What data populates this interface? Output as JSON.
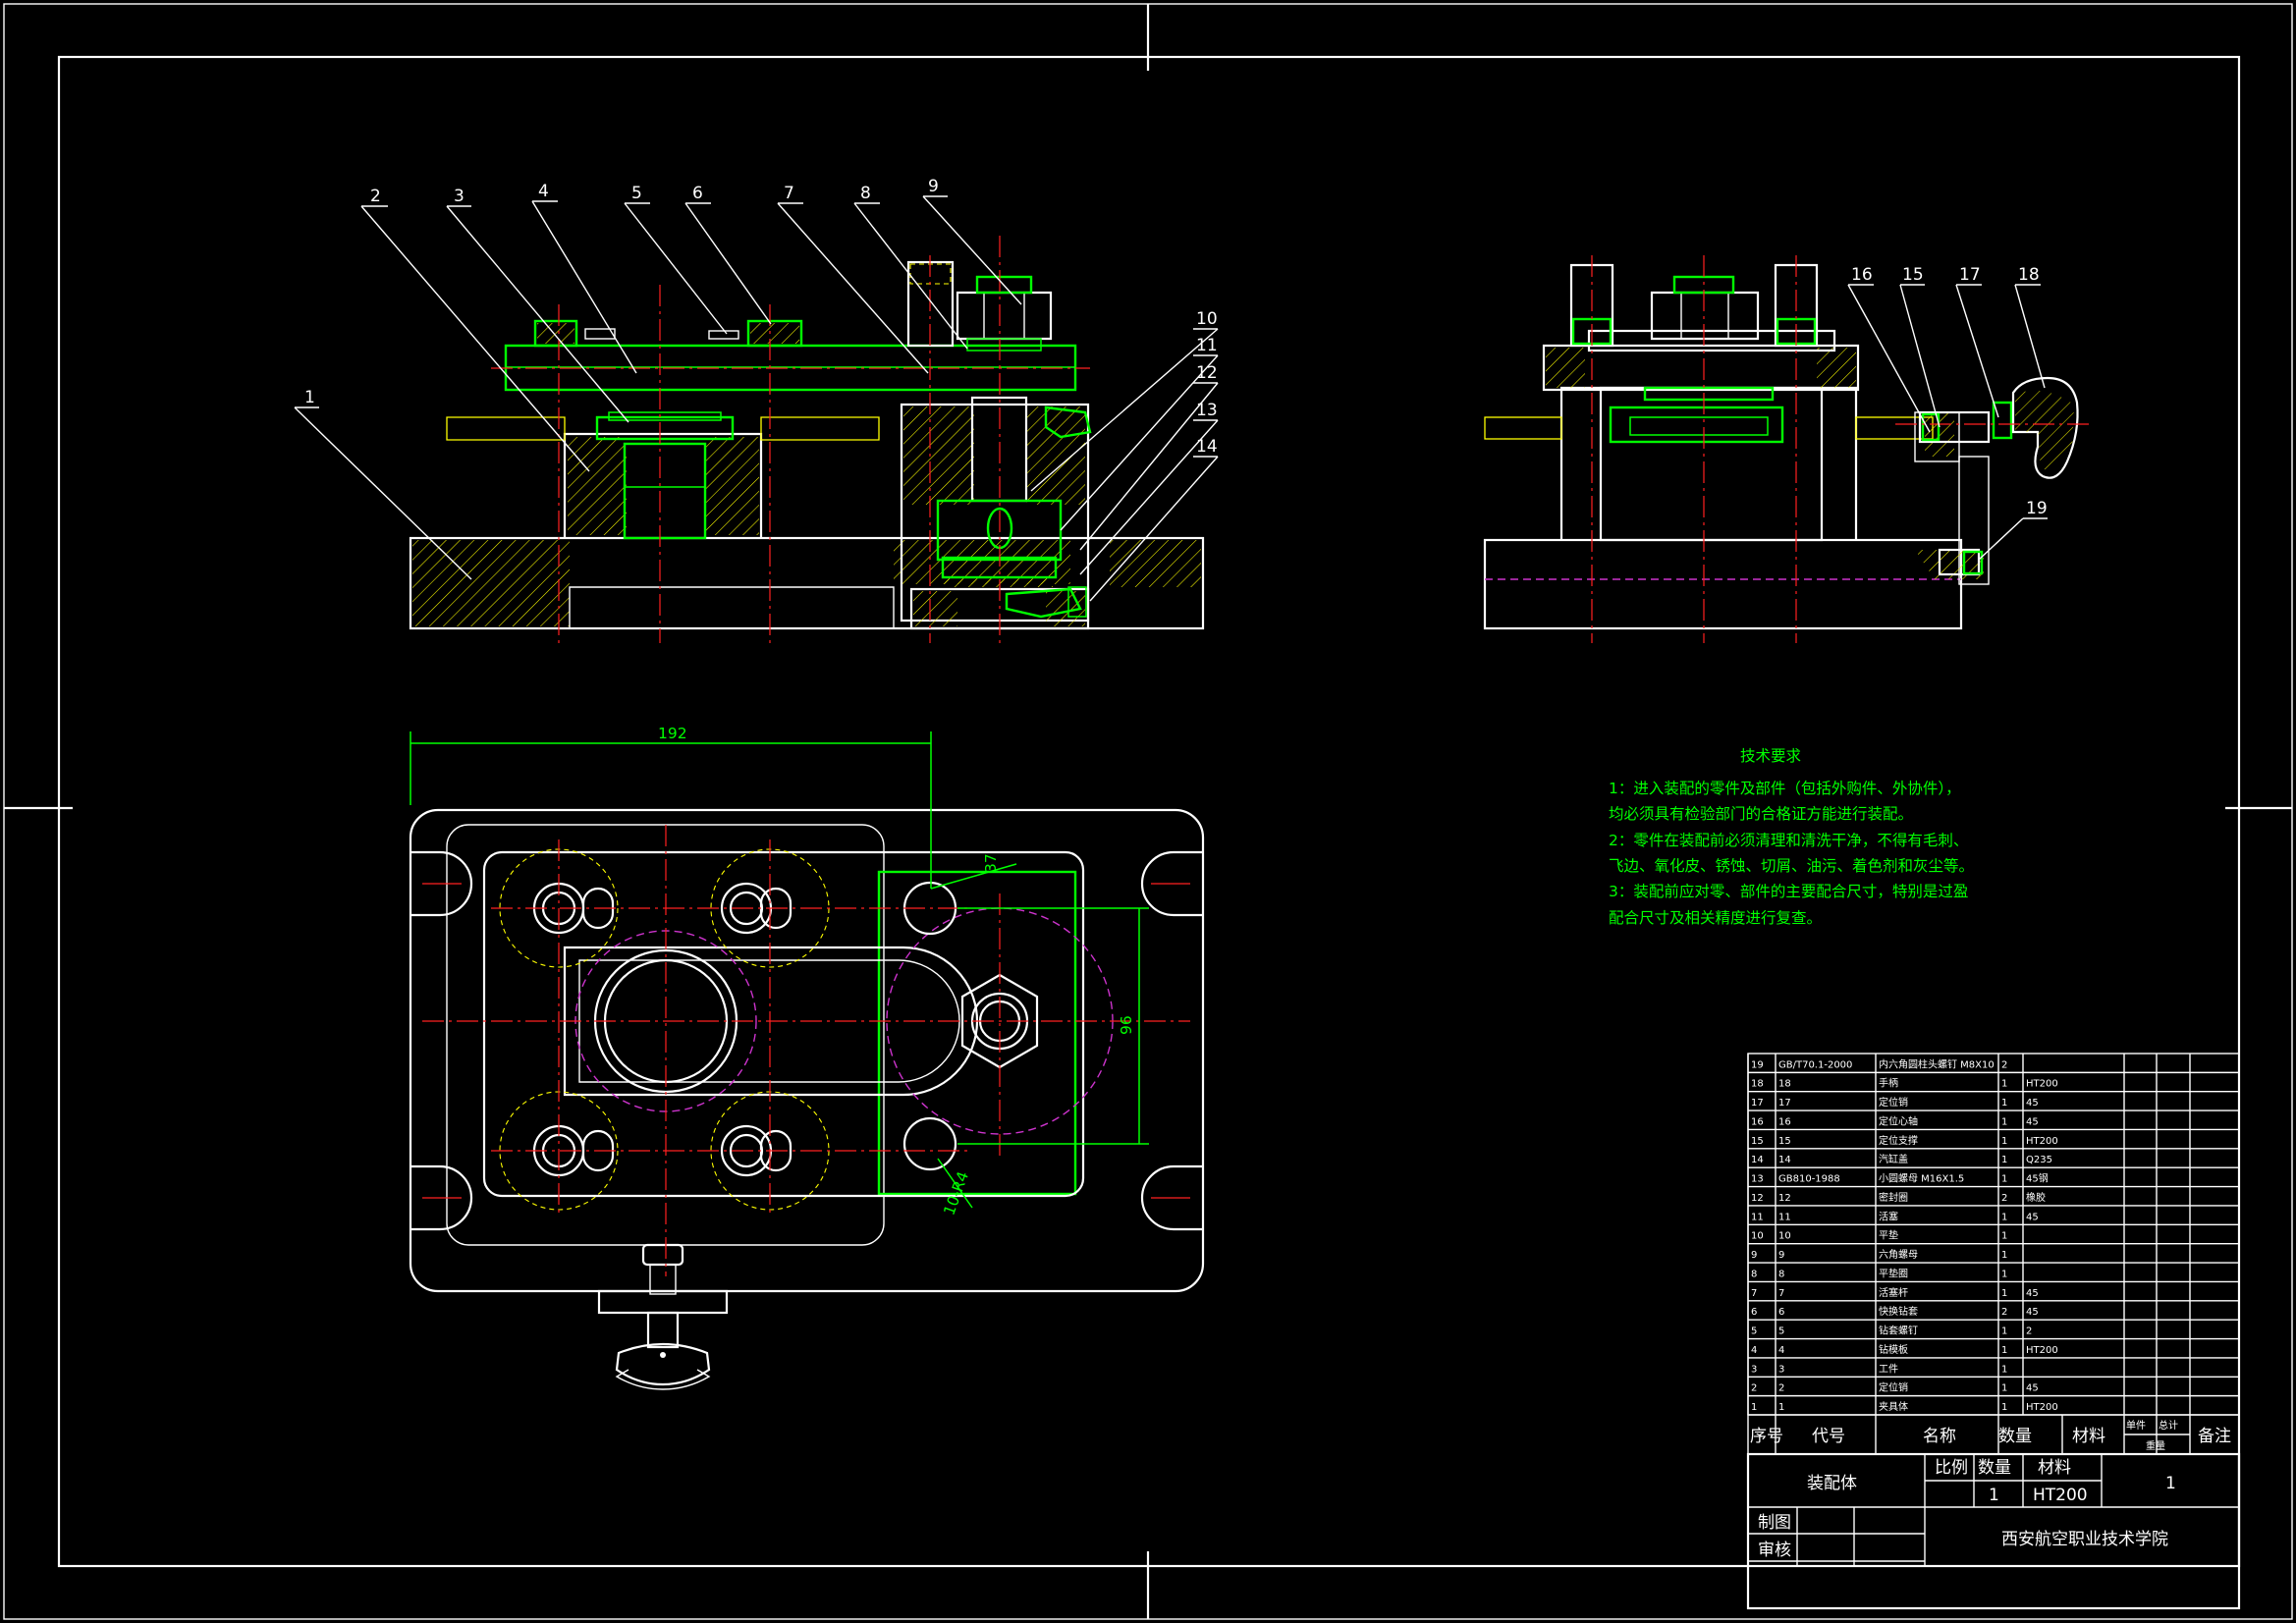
{
  "tech_requirements": {
    "title": "技术要求",
    "lines": [
      "1：进入装配的零件及部件（包括外购件、外协件），",
      "均必须具有检验部门的合格证方能进行装配。",
      "2：零件在装配前必须清理和清洗干净，不得有毛刺、",
      "飞边、氧化皮、锈蚀、切屑、油污、着色剂和灰尘等。",
      "3：装配前应对零、部件的主要配合尺寸，特别是过盈",
      "配合尺寸及相关精度进行复查。"
    ]
  },
  "balloons": {
    "front": [
      "1",
      "2",
      "3",
      "4",
      "5",
      "6",
      "7",
      "8",
      "9",
      "10",
      "11",
      "12",
      "13",
      "14"
    ],
    "side": [
      "15",
      "16",
      "17",
      "18",
      "19"
    ]
  },
  "dimensions": {
    "width": "192",
    "height": "96",
    "small_a": "37",
    "small_b": "10-R4"
  },
  "bom": {
    "rows": [
      [
        "19",
        "GB/T70.1-2000",
        "内六角圆柱头螺钉 M8X10",
        "2",
        "",
        ""
      ],
      [
        "18",
        "18",
        "手柄",
        "1",
        "HT200",
        ""
      ],
      [
        "17",
        "17",
        "定位销",
        "1",
        "45",
        ""
      ],
      [
        "16",
        "16",
        "定位心轴",
        "1",
        "45",
        ""
      ],
      [
        "15",
        "15",
        "定位支撑",
        "1",
        "HT200",
        ""
      ],
      [
        "14",
        "14",
        "汽缸盖",
        "1",
        "Q235",
        ""
      ],
      [
        "13",
        "GB810-1988",
        "小圆螺母 M16X1.5",
        "1",
        "45钢",
        ""
      ],
      [
        "12",
        "12",
        "密封圈",
        "2",
        "橡胶",
        ""
      ],
      [
        "11",
        "11",
        "活塞",
        "1",
        "45",
        ""
      ],
      [
        "10",
        "10",
        "平垫",
        "1",
        "",
        ""
      ],
      [
        "9",
        "9",
        "六角螺母",
        "1",
        "",
        ""
      ],
      [
        "8",
        "8",
        "平垫圈",
        "1",
        "",
        ""
      ],
      [
        "7",
        "7",
        "活塞杆",
        "1",
        "45",
        ""
      ],
      [
        "6",
        "6",
        "快换钻套",
        "2",
        "45",
        ""
      ],
      [
        "5",
        "5",
        "钻套螺钉",
        "1",
        "2",
        ""
      ],
      [
        "4",
        "4",
        "钻模板",
        "1",
        "HT200",
        ""
      ],
      [
        "3",
        "3",
        "工件",
        "1",
        "",
        ""
      ],
      [
        "2",
        "2",
        "定位销",
        "1",
        "45",
        ""
      ],
      [
        "1",
        "1",
        "夹具体",
        "1",
        "HT200",
        ""
      ]
    ],
    "header": [
      "序号",
      "代号",
      "名称",
      "数量",
      "材料",
      "单件",
      "总计",
      "备注"
    ],
    "header_sub": "重量"
  },
  "title_block": {
    "name": "装配体",
    "scale_label": "比例",
    "qty_label": "数量",
    "material_label": "材料",
    "qty": "1",
    "material": "HT200",
    "drawing_no": "1",
    "drawn_label": "制图",
    "checked_label": "审核",
    "school": "西安航空职业技术学院"
  },
  "colors": {
    "background": "#000000",
    "outline": "#ffffff",
    "highlight": "#00ff00",
    "center": "#ff2020",
    "hatch": "#ffff00",
    "hidden": "#cc33cc"
  }
}
